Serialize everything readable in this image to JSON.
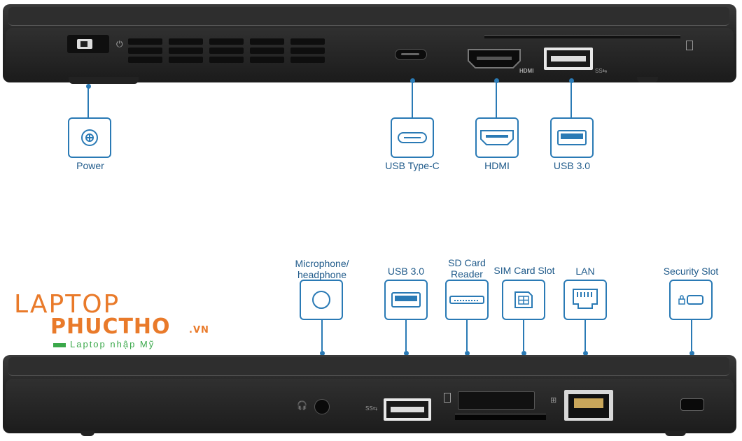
{
  "top_callouts": [
    {
      "id": "power",
      "label": "Power",
      "icon": "power-jack-icon"
    },
    {
      "id": "usbc",
      "label": "USB Type-C",
      "icon": "usb-c-icon"
    },
    {
      "id": "hdmi",
      "label": "HDMI",
      "icon": "hdmi-icon"
    },
    {
      "id": "usb3_top",
      "label": "USB 3.0",
      "icon": "usb-a-icon"
    }
  ],
  "bottom_callouts": [
    {
      "id": "audio",
      "label": "Microphone/\nheadphone",
      "icon": "audio-jack-icon"
    },
    {
      "id": "usb3_bottom",
      "label": "USB 3.0",
      "icon": "usb-a-icon"
    },
    {
      "id": "sd",
      "label": "SD Card\nReader",
      "icon": "sd-card-icon"
    },
    {
      "id": "sim",
      "label": "SIM Card Slot",
      "icon": "sim-card-icon"
    },
    {
      "id": "lan",
      "label": "LAN",
      "icon": "ethernet-icon"
    },
    {
      "id": "security",
      "label": "Security Slot",
      "icon": "lock-slot-icon"
    }
  ],
  "port_markings": {
    "hdmi": "HDMI",
    "ss_top": "SS⇆",
    "ss_bottom": "SS⇆"
  },
  "logo": {
    "line1": "LAPTOP",
    "line2": "PHUCTHO",
    "suffix": ".VN",
    "tagline": "Laptop nhập Mỹ",
    "colors": {
      "orange": "#e97a2a",
      "green": "#3aa84a"
    }
  },
  "colors": {
    "accent": "#2a7ab5",
    "label": "#1f5a8a",
    "chassis": "#2c2c2c"
  }
}
